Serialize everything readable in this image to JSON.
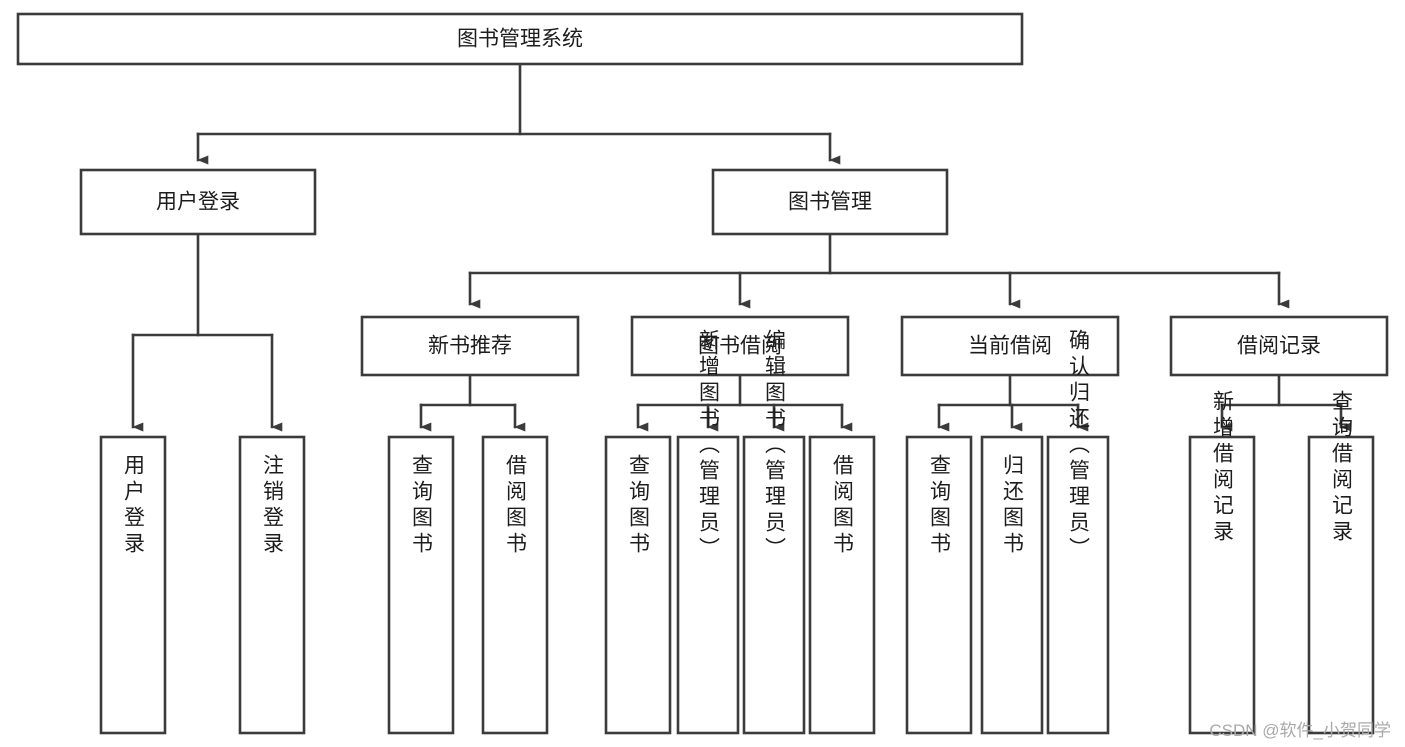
{
  "diagram": {
    "title": "图书管理系统",
    "type": "tree-hierarchy",
    "orientation": "top-down",
    "colors": {
      "box_stroke": "#3b3b3b",
      "box_fill": "#ffffff",
      "connector": "#3b3b3b",
      "label_text": "#1d1d1d",
      "background": "#ffffff",
      "watermark_text": "#a9a9a9"
    },
    "root": {
      "id": "root",
      "label": "图书管理系统"
    },
    "level2": [
      {
        "id": "user-login",
        "label": "用户登录"
      },
      {
        "id": "book-manage",
        "label": "图书管理"
      }
    ],
    "level3": [
      {
        "id": "new-book-recommend",
        "label": "新书推荐",
        "parent": "book-manage"
      },
      {
        "id": "book-borrow",
        "label": "图书借阅",
        "parent": "book-manage"
      },
      {
        "id": "current-borrow",
        "label": "当前借阅",
        "parent": "book-manage"
      },
      {
        "id": "borrow-record",
        "label": "借阅记录",
        "parent": "book-manage"
      }
    ],
    "leaves": [
      {
        "id": "leaf-user-login",
        "label": "用户登录",
        "parent": "user-login"
      },
      {
        "id": "leaf-user-logout",
        "label": "注销登录",
        "parent": "user-login"
      },
      {
        "id": "leaf-query-book-1",
        "label": "查询图书",
        "parent": "new-book-recommend"
      },
      {
        "id": "leaf-borrow-book-1",
        "label": "借阅图书",
        "parent": "new-book-recommend"
      },
      {
        "id": "leaf-query-book-2",
        "label": "查询图书",
        "parent": "book-borrow"
      },
      {
        "id": "leaf-add-book",
        "label": "新增图书（管理员）",
        "parent": "book-borrow"
      },
      {
        "id": "leaf-edit-book",
        "label": "编辑图书（管理员）",
        "parent": "book-borrow"
      },
      {
        "id": "leaf-borrow-book-2",
        "label": "借阅图书",
        "parent": "book-borrow"
      },
      {
        "id": "leaf-query-book-3",
        "label": "查询图书",
        "parent": "current-borrow"
      },
      {
        "id": "leaf-return-book",
        "label": "归还图书",
        "parent": "current-borrow"
      },
      {
        "id": "leaf-confirm-return",
        "label": "确认归还（管理员）",
        "parent": "current-borrow"
      },
      {
        "id": "leaf-add-record",
        "label": "新增借阅记录",
        "parent": "borrow-record"
      },
      {
        "id": "leaf-query-record",
        "label": "查询借阅记录",
        "parent": "borrow-record"
      }
    ],
    "watermark": "CSDN @软件_小贺同学"
  }
}
